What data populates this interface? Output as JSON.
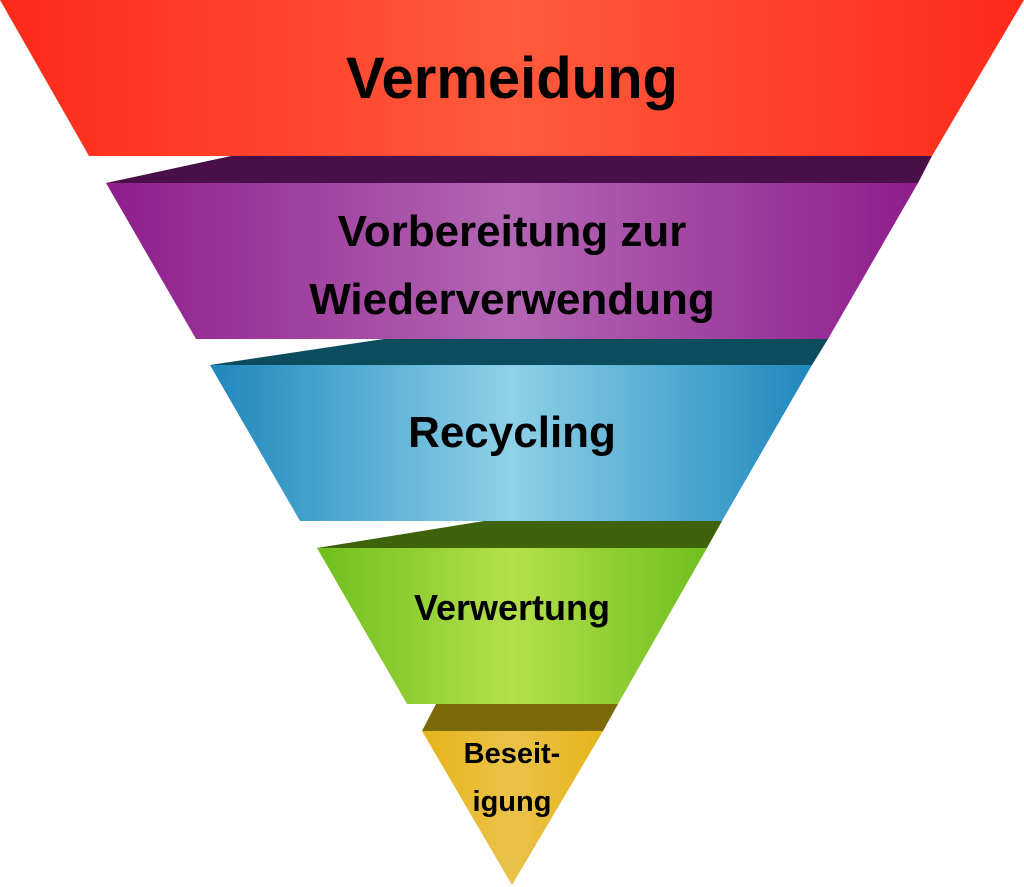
{
  "hierarchy": {
    "levels": [
      {
        "lines": [
          "Vermeidung"
        ],
        "color": "#ff2a1a",
        "light": "#ff5a3c",
        "shade": "#5a0e0a"
      },
      {
        "lines": [
          "Vorbereitung zur",
          "Wiederverwendung"
        ],
        "color": "#8e1e8c",
        "light": "#b366b4",
        "shade": "#4a0f48"
      },
      {
        "lines": [
          "Recycling"
        ],
        "color": "#1f87bd",
        "light": "#8ed1e8",
        "shade": "#0b4d5e"
      },
      {
        "lines": [
          "Verwertung"
        ],
        "color": "#6fbf1e",
        "light": "#b4e04a",
        "shade": "#3f620d"
      },
      {
        "lines": [
          "Beseit-",
          "igung"
        ],
        "color": "#e6b41a",
        "light": "#eac24a",
        "shade": "#7c6a08"
      }
    ]
  }
}
